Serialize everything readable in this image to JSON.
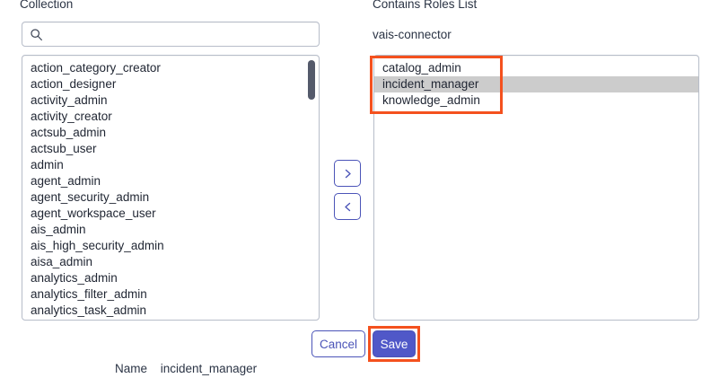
{
  "left_panel": {
    "label": "Collection",
    "search": {
      "value": "",
      "placeholder": "",
      "icon": "search-icon"
    },
    "items": [
      "action_category_creator",
      "action_designer",
      "activity_admin",
      "activity_creator",
      "actsub_admin",
      "actsub_user",
      "admin",
      "agent_admin",
      "agent_security_admin",
      "agent_workspace_user",
      "ais_admin",
      "ais_high_security_admin",
      "aisa_admin",
      "analytics_admin",
      "analytics_filter_admin",
      "analytics_task_admin"
    ]
  },
  "right_panel": {
    "label": "Contains Roles List",
    "context_name": "vais-connector",
    "items": [
      {
        "label": "catalog_admin",
        "selected": false
      },
      {
        "label": "incident_manager",
        "selected": true
      },
      {
        "label": "knowledge_admin",
        "selected": false
      }
    ]
  },
  "transfer": {
    "move_right_icon": "chevron-right-icon",
    "move_left_icon": "chevron-left-icon"
  },
  "actions": {
    "cancel_label": "Cancel",
    "save_label": "Save"
  },
  "footer": {
    "name_label": "Name",
    "name_value": "incident_manager"
  },
  "colors": {
    "accent": "#4b54b8",
    "save_fill": "#5058c8",
    "annotation": "#f4511e",
    "row_selected": "#cccccc",
    "border": "#b7bdc9",
    "scrollbar_thumb": "#545a6b",
    "text": "#1f2532"
  }
}
